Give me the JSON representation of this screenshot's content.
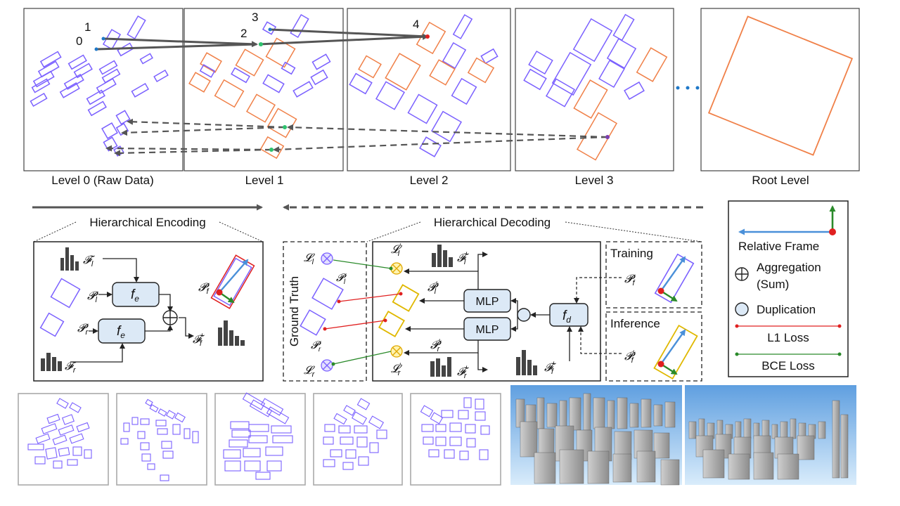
{
  "levels": {
    "level0": "Level 0 (Raw Data)",
    "level1": "Level 1",
    "level2": "Level 2",
    "level3": "Level 3",
    "root": "Root Level"
  },
  "point_labels": [
    "0",
    "1",
    "2",
    "3",
    "4"
  ],
  "encoding": {
    "title": "Hierarchical Encoding",
    "f_l": "𝓕",
    "f_l_sub": "l",
    "f_r": "𝓕",
    "f_r_sub": "r",
    "p_l": "𝓟",
    "p_l_sub": "l",
    "p_r": "𝓟",
    "p_r_sub": "r",
    "fe_top": "f",
    "fe_top_sub": "e",
    "fe_bottom": "f",
    "fe_bottom_sub": "e",
    "p_f": "𝓟",
    "p_f_sub": "f",
    "f_f_prime": "𝓕",
    "f_f_prime_sub": "f",
    "prime": "′"
  },
  "decoding": {
    "title": "Hierarchical Decoding",
    "ground_truth": "Ground Truth",
    "mlp_top": "MLP",
    "mlp_bottom": "MLP",
    "fd": "f",
    "fd_sub": "d",
    "training": "Training",
    "inference": "Inference",
    "loss_l": "𝓛",
    "loss_l_sub": "l",
    "loss_r": "𝓛",
    "loss_r_sub": "r",
    "sym_l": "𝓛",
    "sym_r": "𝓟",
    "prime": "′"
  },
  "legend": {
    "relative_frame": "Relative Frame",
    "aggregation": "Aggregation",
    "aggregation_sub": "(Sum)",
    "duplication": "Duplication",
    "l1_loss": "L1 Loss",
    "bce_loss": "BCE Loss"
  },
  "colors": {
    "purple": "#7b61ff",
    "orange": "#f08048",
    "yellow": "#f5c800",
    "blue": "#4a90d9",
    "red": "#e02020",
    "green": "#2a8a2a",
    "gray": "#555555",
    "fbox": "#dce9f6",
    "sky": "#7fb2e5"
  }
}
